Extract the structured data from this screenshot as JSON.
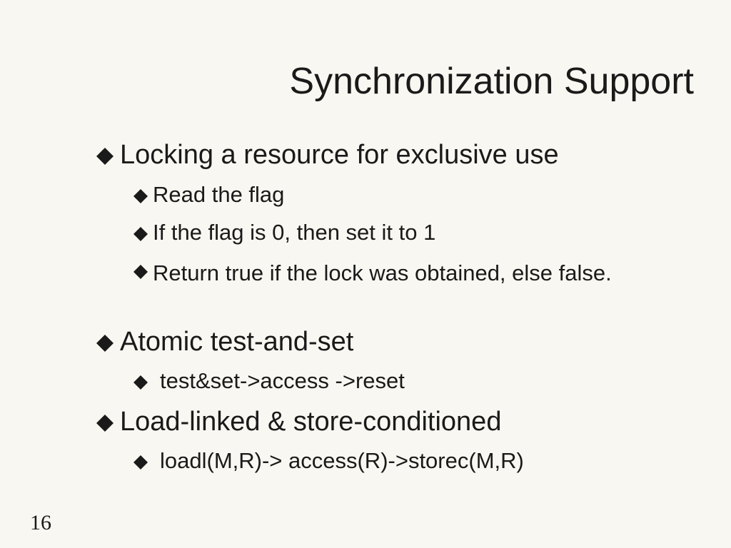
{
  "slide": {
    "title": "Synchronization Support",
    "page_number": "16",
    "bullets": [
      {
        "text": "Locking a resource for exclusive use"
      },
      {
        "text": "Read the flag"
      },
      {
        "text": "If the flag is 0, then set it to 1"
      },
      {
        "text": "Return true if the lock was obtained, else false."
      },
      {
        "text": "Atomic test-and-set"
      },
      {
        "text": "test&set->access ->reset"
      },
      {
        "text": "Load-linked & store-conditioned"
      },
      {
        "text": "loadl(M,R)-> access(R)->storec(M,R)"
      }
    ],
    "bullet_icon": "diamond-bullet-icon",
    "background_color": "#f9f7f1",
    "text_color": "#1a1a1a"
  }
}
